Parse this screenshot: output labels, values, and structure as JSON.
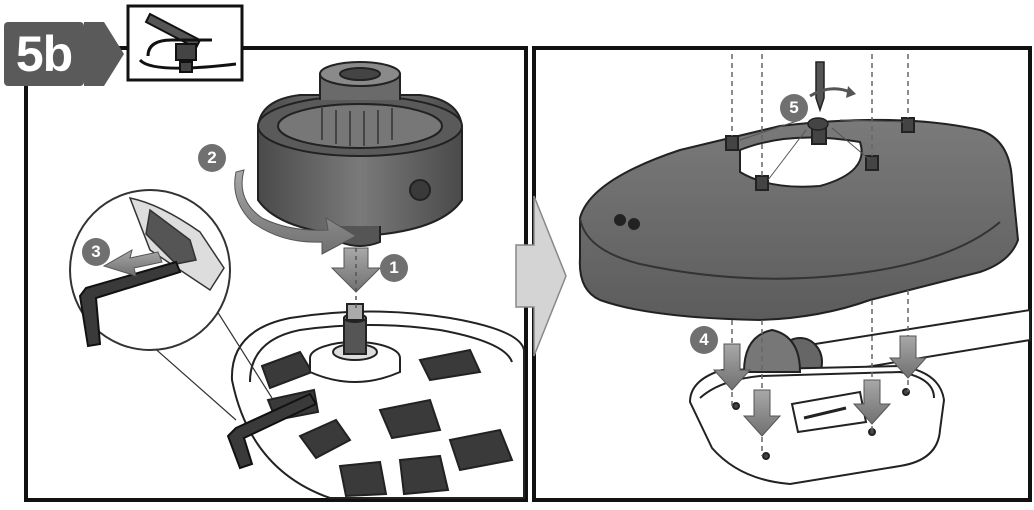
{
  "step_label": "5b",
  "callouts": [
    "1",
    "2",
    "3",
    "4",
    "5"
  ],
  "icons": {
    "tool": "hex-key-wrench-icon",
    "next": "chevron-right-arrow-icon"
  },
  "colors": {
    "frame": "#111111",
    "badge": "#5a5a5a",
    "callout": "#707070",
    "guard": "#6f6f6f",
    "arrow": "#8e8e8e",
    "line_art": "#222222"
  }
}
